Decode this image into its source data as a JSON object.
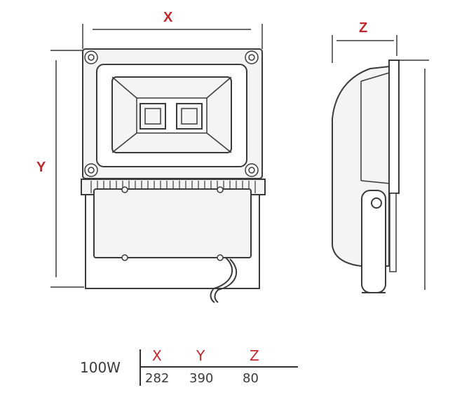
{
  "dimensions": {
    "x_label": "X",
    "y_label": "Y",
    "z_label": "Z"
  },
  "spec_table": {
    "model": "100W",
    "headers": [
      "X",
      "Y",
      "Z"
    ],
    "values": [
      "282",
      "390",
      "80"
    ]
  },
  "colors": {
    "accent": "#c0282d",
    "line": "#3a3a3a",
    "fill": "#f4f4f4"
  }
}
